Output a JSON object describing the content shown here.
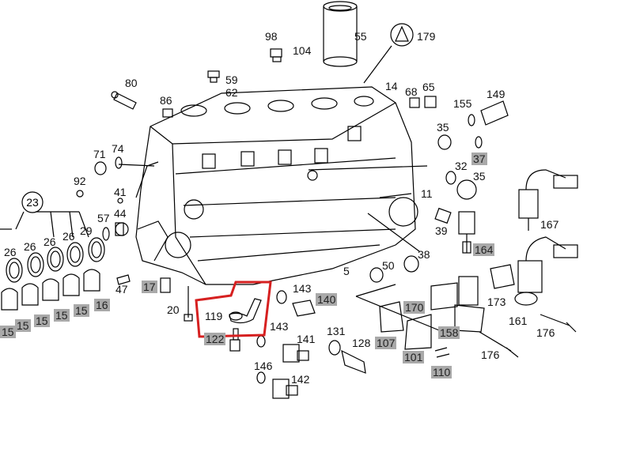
{
  "labels": {
    "l98": "98",
    "l104": "104",
    "l55": "55",
    "l179": "179",
    "l80": "80",
    "l59": "59",
    "l62": "62",
    "l86": "86",
    "l14": "14",
    "l68": "68",
    "l65": "65",
    "l149": "149",
    "l155": "155",
    "l35a": "35",
    "l37": "37",
    "l32": "32",
    "l35b": "35",
    "l74": "74",
    "l71": "71",
    "l92": "92",
    "l41": "41",
    "l11": "11",
    "l23": "23",
    "l57": "57",
    "l44": "44",
    "l39": "39",
    "l167": "167",
    "l26a": "26",
    "l26b": "26",
    "l26c": "26",
    "l26d": "26",
    "l29": "29",
    "l164": "164",
    "l38": "38",
    "l50": "50",
    "l5": "5",
    "l17": "17",
    "l47": "47",
    "l16": "16",
    "l143a": "143",
    "l140": "140",
    "l170": "170",
    "l173": "173",
    "l20": "20",
    "l119": "119",
    "l161": "161",
    "l176a": "176",
    "l15a": "15",
    "l15b": "15",
    "l15c": "15",
    "l15d": "15",
    "l15e": "15",
    "l143b": "143",
    "l131": "131",
    "l122": "122",
    "l141": "141",
    "l128": "128",
    "l107": "107",
    "l158": "158",
    "l176b": "176",
    "l101": "101",
    "l110": "110",
    "l146": "146",
    "l142": "142"
  },
  "colors": {
    "highlight_box": "#d62020",
    "label_bg": "#a9a9a9",
    "line": "#000000"
  }
}
